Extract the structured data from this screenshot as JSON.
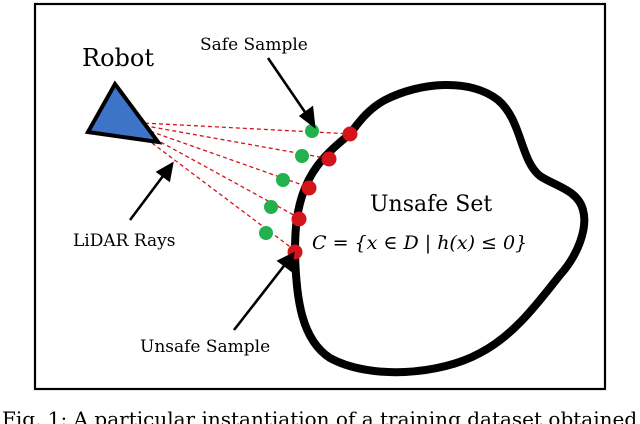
{
  "labels": {
    "robot": "Robot",
    "safe_sample": "Safe Sample",
    "lidar_rays": "LiDAR Rays",
    "unsafe_sample": "Unsafe Sample",
    "unsafe_set": "Unsafe Set",
    "equation": "C = {x ∈ D | h(x) ≤ 0}"
  },
  "caption": "Fig. 1: A particular instantiation of a training dataset obtained",
  "colors": {
    "robot_fill": "#3d74c8",
    "ray": "#d4141a",
    "safe_point": "#22b14c",
    "unsafe_point": "#d4141a",
    "outline": "#000000"
  }
}
